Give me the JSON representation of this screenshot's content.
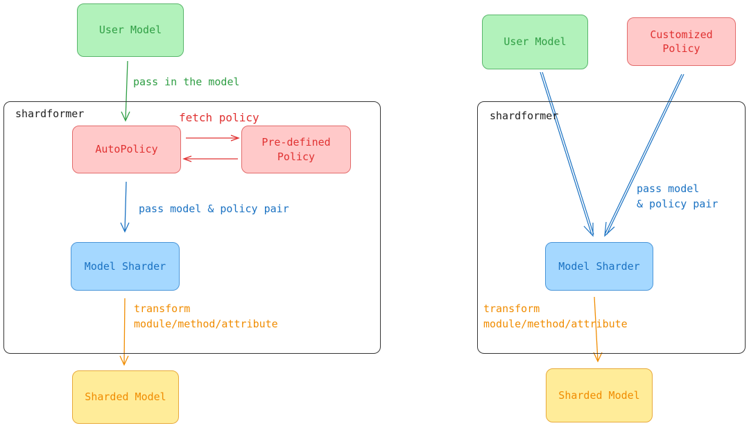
{
  "left": {
    "frame_title": "shardformer",
    "nodes": {
      "user_model": "User Model",
      "auto_policy": "AutoPolicy",
      "predefined_policy": "Pre-defined\nPolicy",
      "model_sharder": "Model Sharder",
      "sharded_model": "Sharded Model"
    },
    "edges": {
      "pass_in": "pass in the model",
      "fetch_policy": "fetch policy",
      "pass_pair": "pass model & policy pair",
      "transform": "transform\nmodule/method/attribute"
    }
  },
  "right": {
    "frame_title": "shardformer",
    "nodes": {
      "user_model": "User Model",
      "customized_policy": "Customized\nPolicy",
      "model_sharder": "Model Sharder",
      "sharded_model": "Sharded Model"
    },
    "edges": {
      "pass_pair": "pass model\n& policy pair",
      "transform": "transform\nmodule/method/attribute"
    }
  },
  "colors": {
    "green": "#2f9e44",
    "red": "#e03131",
    "blue": "#1971c2",
    "orange": "#f08c00"
  }
}
